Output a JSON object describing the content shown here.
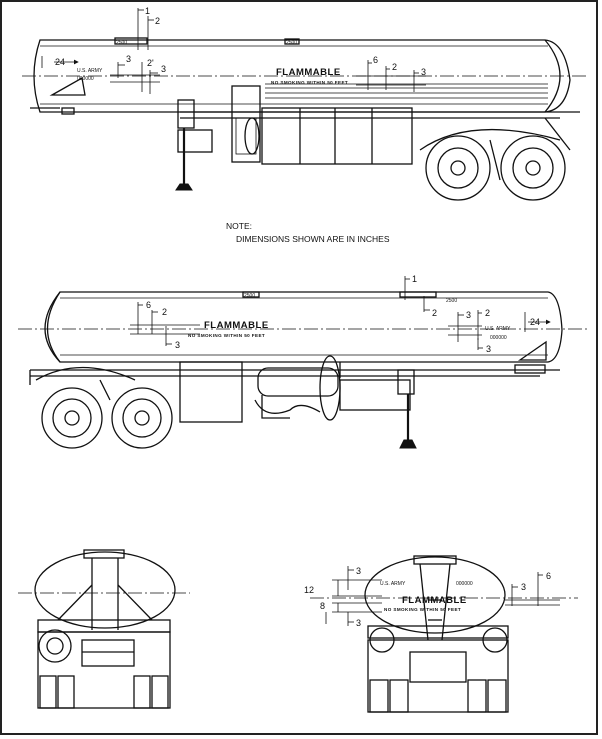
{
  "labels": {
    "flammable": "FLAMMABLE",
    "no_smoking": "NO SMOKING WITHIN 50 FEET",
    "us_army": "U.S. ARMY",
    "serial": "000000",
    "tank_number": "2500"
  },
  "note": {
    "title": "NOTE:",
    "text": "DIMENSIONS SHOWN ARE IN INCHES"
  },
  "dimensions": {
    "d1": "1",
    "d2": "2",
    "d3": "3",
    "d6": "6",
    "d8": "8",
    "d12": "12",
    "d24": "24",
    "d2p": "2'"
  }
}
